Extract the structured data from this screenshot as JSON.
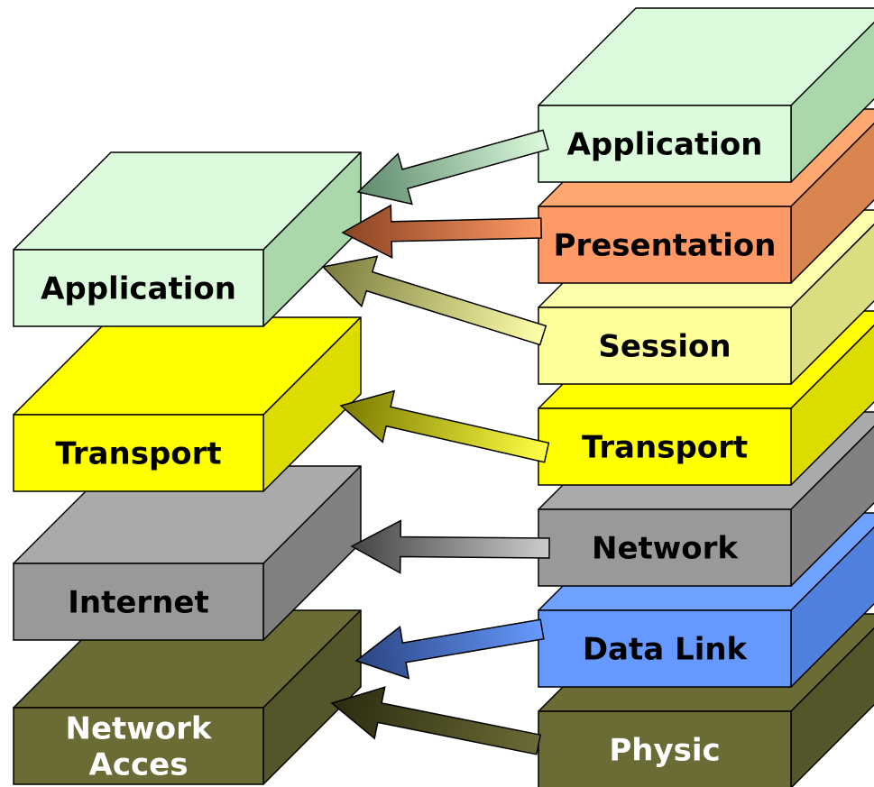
{
  "tcpip_stack": {
    "layers": [
      {
        "id": "application",
        "label_lines": [
          "Application"
        ],
        "front_color": "#dcfadc",
        "top_color": "#dcfadc",
        "side_color": "#aad8aa",
        "text_color": "#000000"
      },
      {
        "id": "transport",
        "label_lines": [
          "Transport"
        ],
        "front_color": "#ffff00",
        "top_color": "#ffff00",
        "side_color": "#dcdc00",
        "text_color": "#000000"
      },
      {
        "id": "internet",
        "label_lines": [
          "Internet"
        ],
        "front_color": "#999999",
        "top_color": "#aaaaaa",
        "side_color": "#808080",
        "text_color": "#000000"
      },
      {
        "id": "network-access",
        "label_lines": [
          "Network",
          "Acces"
        ],
        "front_color": "#6b6b35",
        "top_color": "#6b6b35",
        "side_color": "#55552a",
        "text_color": "#ffffff"
      }
    ]
  },
  "osi_stack": {
    "layers": [
      {
        "id": "application",
        "label_lines": [
          "Application"
        ],
        "front_color": "#dcfadc",
        "top_color": "#dcfadc",
        "side_color": "#aad8aa",
        "text_color": "#000000"
      },
      {
        "id": "presentation",
        "label_lines": [
          "Presentation"
        ],
        "front_color": "#ff9966",
        "top_color": "#ffa870",
        "side_color": "#d8844f",
        "text_color": "#000000"
      },
      {
        "id": "session",
        "label_lines": [
          "Session"
        ],
        "front_color": "#ffff99",
        "top_color": "#ffffaa",
        "side_color": "#dcdc80",
        "text_color": "#000000"
      },
      {
        "id": "transport",
        "label_lines": [
          "Transport"
        ],
        "front_color": "#ffff00",
        "top_color": "#ffff00",
        "side_color": "#dcdc00",
        "text_color": "#000000"
      },
      {
        "id": "network",
        "label_lines": [
          "Network"
        ],
        "front_color": "#999999",
        "top_color": "#aaaaaa",
        "side_color": "#808080",
        "text_color": "#000000"
      },
      {
        "id": "data-link",
        "label_lines": [
          "Data Link"
        ],
        "front_color": "#6699ff",
        "top_color": "#6fa2ff",
        "side_color": "#4f80dd",
        "text_color": "#000000"
      },
      {
        "id": "physic",
        "label_lines": [
          "Physic"
        ],
        "front_color": "#6b6b35",
        "top_color": "#6b6b35",
        "side_color": "#55552a",
        "text_color": "#ffffff"
      }
    ]
  },
  "mappings": [
    {
      "from": "application",
      "to": "application",
      "start_color": "#dcfadc",
      "end_color": "#5e8a6c"
    },
    {
      "from": "presentation",
      "to": "application",
      "start_color": "#ff9966",
      "end_color": "#8a4422"
    },
    {
      "from": "session",
      "to": "application",
      "start_color": "#ffffaa",
      "end_color": "#7a7a3e"
    },
    {
      "from": "transport",
      "to": "transport",
      "start_color": "#ffff44",
      "end_color": "#7a7a00"
    },
    {
      "from": "network",
      "to": "internet",
      "start_color": "#cccccc",
      "end_color": "#444444"
    },
    {
      "from": "data-link",
      "to": "network-access",
      "start_color": "#6699ff",
      "end_color": "#2a4480"
    },
    {
      "from": "physic",
      "to": "network-access",
      "start_color": "#6b6b35",
      "end_color": "#2b2b10"
    }
  ]
}
